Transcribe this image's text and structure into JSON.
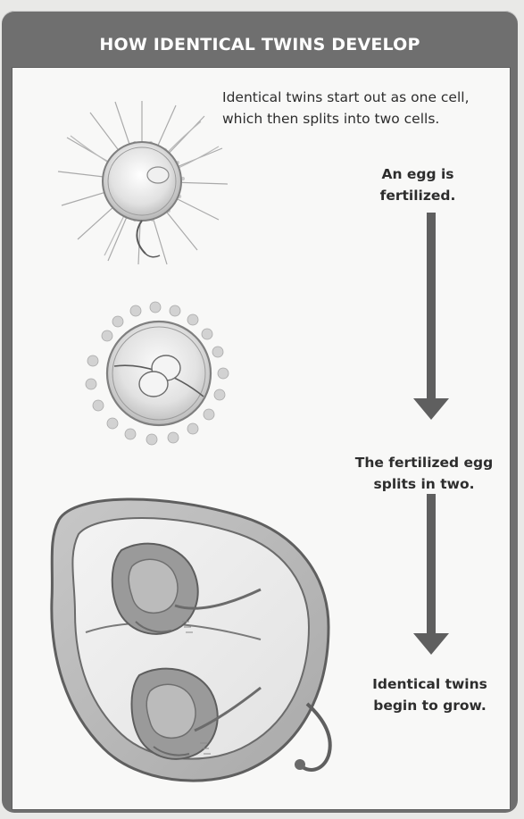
{
  "title": "HOW IDENTICAL TWINS DEVELOP",
  "intro": {
    "line1": "Identical twins start out as one cell,",
    "line2": "which then splits into two cells."
  },
  "steps": [
    {
      "line1": "An egg is",
      "line2": "fertilized."
    },
    {
      "line1": "The fertilized egg",
      "line2": "splits in two."
    },
    {
      "line1": "Identical twins",
      "line2": "begin to grow."
    }
  ],
  "colors": {
    "frame": "#6f6f6f",
    "panel": "#f8f8f7",
    "arrow": "#5f5f5f",
    "text": "#2d2d2d"
  },
  "icons": [
    "fertilized-egg-illustration",
    "dividing-cell-illustration",
    "twin-embryos-illustration",
    "down-arrow-icon"
  ]
}
